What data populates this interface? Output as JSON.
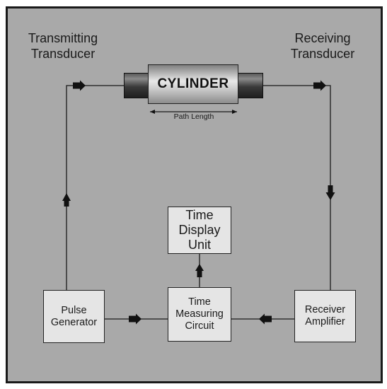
{
  "labels": {
    "transmitting": "Transmitting\nTransducer",
    "receiving": "Receiving\nTransducer"
  },
  "cylinder": {
    "label": "CYLINDER",
    "path_length": "Path Length"
  },
  "blocks": {
    "pulse_generator": "Pulse\nGenerator",
    "time_measuring": "Time\nMeasuring\nCircuit",
    "receiver_amplifier": "Receiver\nAmplifier",
    "time_display": "Time\nDisplay\nUnit"
  },
  "colors": {
    "background": "#a9a9a9",
    "box_fill": "#e5e5e5",
    "line": "#1a1a1a"
  }
}
